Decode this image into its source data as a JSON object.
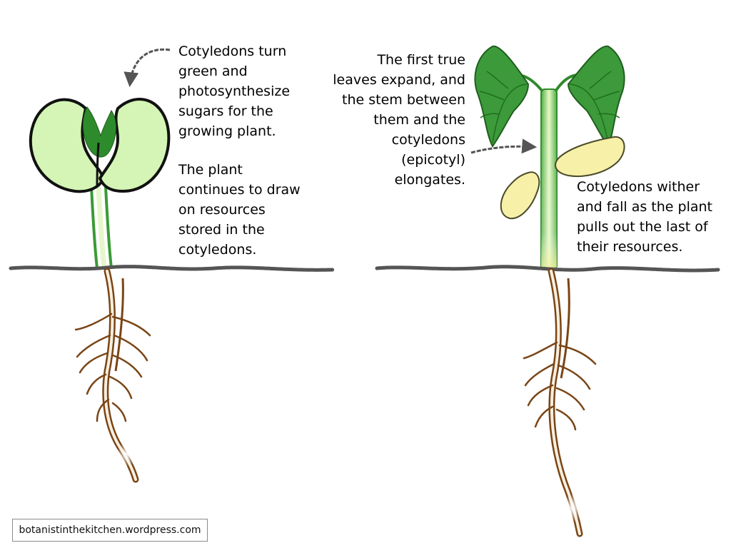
{
  "left_panel": {
    "note_cotyledons_green": [
      "Cotyledons turn",
      "green and",
      "photosynthesize",
      "sugars for the",
      "growing plant."
    ],
    "note_resources": [
      "The plant",
      "continues to draw",
      "on resources",
      "stored in the",
      "cotyledons."
    ]
  },
  "right_panel": {
    "note_true_leaves": [
      "The first true",
      "leaves expand, and",
      "the stem between",
      "them and the",
      "cotyledons",
      "(epicotyl)",
      "elongates."
    ],
    "note_wither": [
      "Cotyledons wither",
      "and fall as the plant",
      "pulls out the last of",
      "their resources."
    ]
  },
  "credit": "botanistinthekitchen.wordpress.com",
  "colors": {
    "cotyledon_fill": "#d4f5b5",
    "leaf_green": "#3c9a3a",
    "dark_leaf": "#2a7a28",
    "yellow_cotyledon": "#f7f0a8",
    "root_brown": "#7a4515",
    "soil_gray": "#555555"
  }
}
